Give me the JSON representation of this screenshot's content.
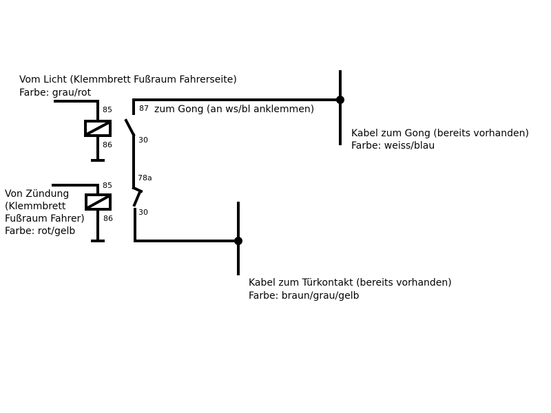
{
  "relay1": {
    "source_line1": "Vom Licht (Klemmbrett Fußraum Fahrerseite)",
    "source_line2": "Farbe: grau/rot",
    "pin_85": "85",
    "pin_86": "86",
    "pin_87": "87",
    "pin_30": "30",
    "output_label": "zum Gong (an ws/bl anklemmen)"
  },
  "relay2": {
    "source_line1": "Von Zündung",
    "source_line2": "(Klemmbrett",
    "source_line3": "Fußraum Fahrer)",
    "source_line4": "Farbe: rot/gelb",
    "pin_85": "85",
    "pin_86": "86",
    "pin_87a": "78a",
    "pin_30": "30"
  },
  "gong_cable": {
    "line1": "Kabel zum Gong (bereits vorhanden)",
    "line2": "Farbe: weiss/blau"
  },
  "door_cable": {
    "line1": "Kabel zum Türkontakt (bereits vorhanden)",
    "line2": "Farbe: braun/grau/gelb"
  }
}
